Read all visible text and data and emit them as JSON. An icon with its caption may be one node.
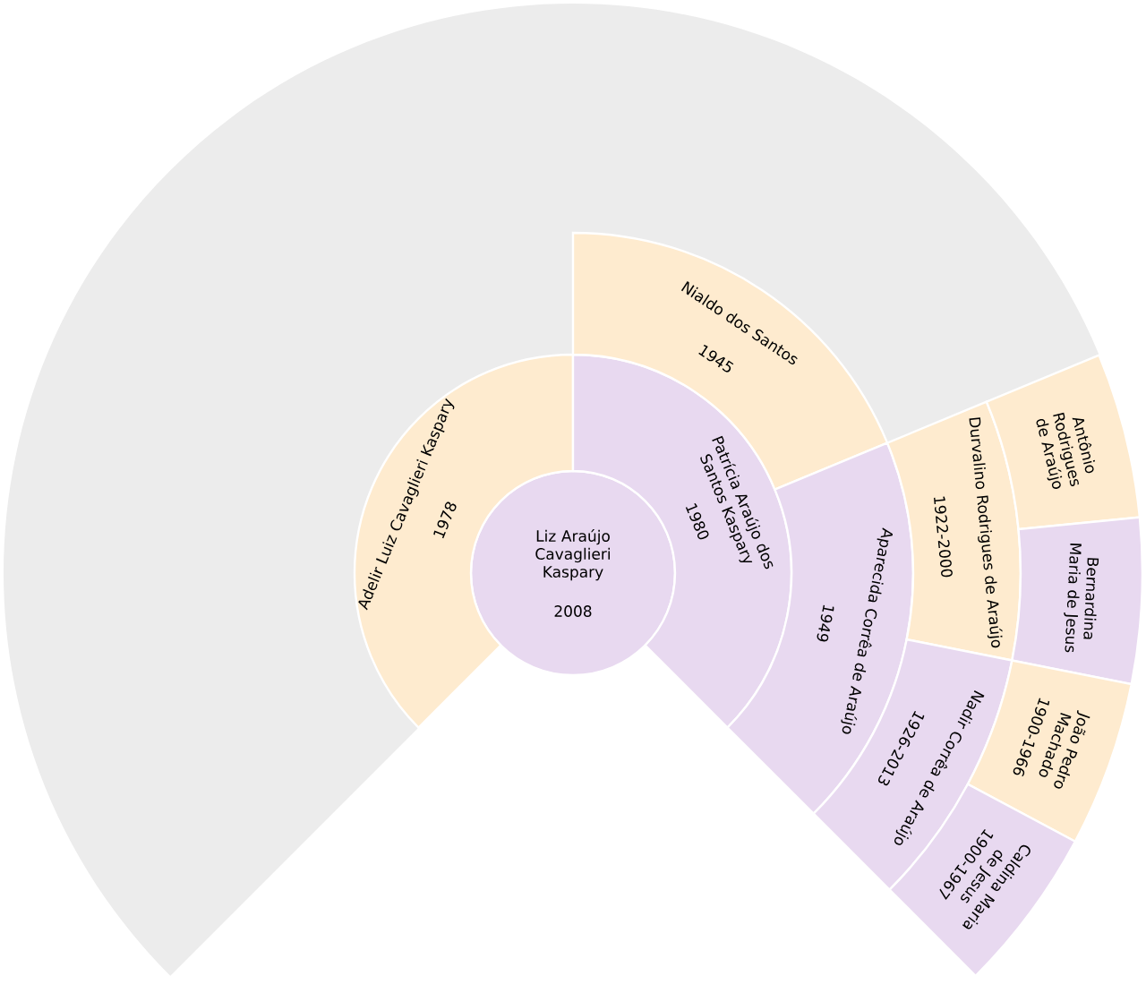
{
  "diagram": {
    "nodes": [
      {
        "text": [
          "Liz Araújo Cavaglieri Kaspary",
          "2008"
        ]
      },
      {
        "text": [
          "Adelir Luiz Cavaglieri Kaspary",
          "1978"
        ]
      },
      {
        "text": [
          "Patrícia Araújo dos Santos Kaspary",
          "1980"
        ]
      },
      {
        "text": [
          "Nialdo dos Santos",
          "1945"
        ]
      },
      {
        "text": [
          "Aparecida Corrêa de Araújo",
          "1949"
        ]
      },
      {
        "text": [
          "Durvalino Rodrigues de Araújo",
          "1922-2000"
        ]
      },
      {
        "text": [
          "Antônio Rodrigues de Araújo"
        ]
      },
      {
        "text": [
          "Bernardina Maria de Jesus"
        ]
      },
      {
        "text": [
          "Nadir Corrêa de Araújo",
          "1926-2013"
        ]
      },
      {
        "text": [
          "João Pedro Machado",
          "1900-1966"
        ]
      },
      {
        "text": [
          "Caldina Maria de Jesus",
          "1900-1967"
        ]
      }
    ]
  }
}
